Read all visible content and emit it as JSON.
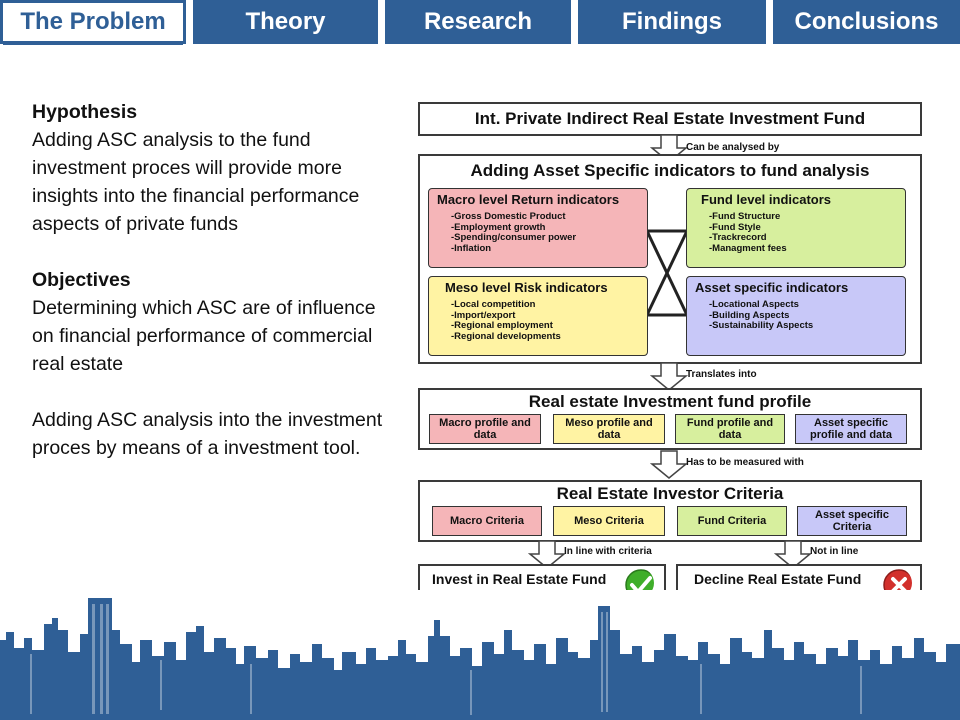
{
  "nav": {
    "tabs": [
      {
        "label": "The Problem",
        "active": true
      },
      {
        "label": "Theory",
        "active": false
      },
      {
        "label": "Research",
        "active": false
      },
      {
        "label": "Findings",
        "active": false
      },
      {
        "label": "Conclusions",
        "active": false
      }
    ]
  },
  "text": {
    "hypothesis_heading": "Hypothesis",
    "hypothesis_body": "Adding ASC analysis to the fund investment proces will provide more insights into the financial performance aspects of private funds",
    "objectives_heading": "Objectives",
    "objective_1": "Determining which ASC are of influence on financial performance of commercial real estate",
    "objective_2": "Adding ASC analysis into the investment proces by means of a investment tool."
  },
  "diagram": {
    "fund_box": "Int. Private Indirect Real Estate Investment Fund",
    "conn_1": "Can be analysed by",
    "indicators_title": "Adding Asset Specific indicators to fund analysis",
    "macro": {
      "title": "Macro level Return indicators",
      "items": [
        "Gross Domestic Product",
        "Employment growth",
        "Spending/consumer power",
        "Inflation"
      ]
    },
    "fund_level": {
      "title": "Fund level indicators",
      "items": [
        "Fund Structure",
        "Fund Style",
        "Trackrecord",
        "Managment fees"
      ]
    },
    "meso": {
      "title": "Meso level Risk indicators",
      "items": [
        "Local competition",
        "Import/export",
        "Regional employment",
        "Regional developments"
      ]
    },
    "asset": {
      "title": "Asset specific indicators",
      "items": [
        "Locational Aspects",
        "Building Aspects",
        "Sustainability Aspects"
      ]
    },
    "conn_2": "Translates into",
    "profile_title": "Real estate Investment fund profile",
    "profile_chips": [
      "Macro profile and data",
      "Meso profile and data",
      "Fund profile and data",
      "Asset specific profile and data"
    ],
    "conn_3": "Has to be measured with",
    "criteria_title": "Real Estate Investor Criteria",
    "criteria_chips": [
      "Macro Criteria",
      "Meso Criteria",
      "Fund Criteria",
      "Asset specific Criteria"
    ],
    "conn_4": "In line with criteria",
    "conn_5": "Not in line",
    "invest": "Invest in Real Estate Fund",
    "decline": "Decline Real Estate Fund"
  },
  "colors": {
    "nav_blue": "#2f5f96",
    "macro_pink": "#f5b5b8",
    "meso_yellow": "#fff3a3",
    "fund_green": "#d7ef9e",
    "asset_lavender": "#c8c8f8",
    "check_green": "#3fae2a",
    "cross_red": "#d2302c"
  },
  "icons": {
    "invest": "green-check-icon",
    "decline": "red-cross-icon"
  }
}
